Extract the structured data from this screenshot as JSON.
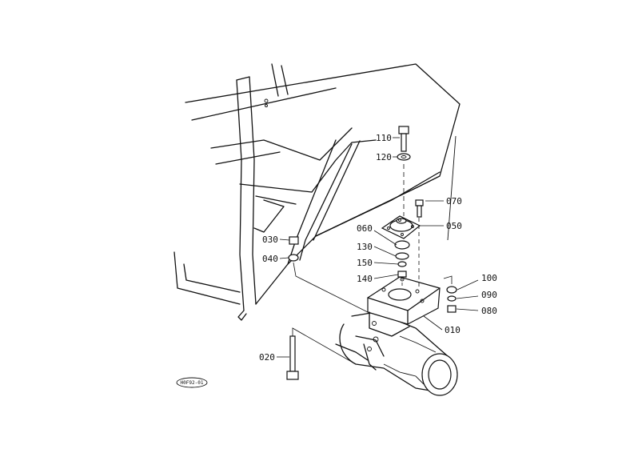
{
  "parts": [
    {
      "label": "110",
      "name": "bolt"
    },
    {
      "label": "120",
      "name": "washer"
    },
    {
      "label": "070",
      "name": "bolt"
    },
    {
      "label": "050",
      "name": "rubber-mount"
    },
    {
      "label": "060",
      "name": "washer"
    },
    {
      "label": "130",
      "name": "washer"
    },
    {
      "label": "150",
      "name": "spring-washer"
    },
    {
      "label": "140",
      "name": "nut"
    },
    {
      "label": "030",
      "name": "nut"
    },
    {
      "label": "040",
      "name": "spring-washer"
    },
    {
      "label": "100",
      "name": "washer"
    },
    {
      "label": "090",
      "name": "spring-washer"
    },
    {
      "label": "080",
      "name": "nut"
    },
    {
      "label": "010",
      "name": "bracket"
    },
    {
      "label": "020",
      "name": "bolt"
    }
  ],
  "figure_code": "H0F92-01"
}
